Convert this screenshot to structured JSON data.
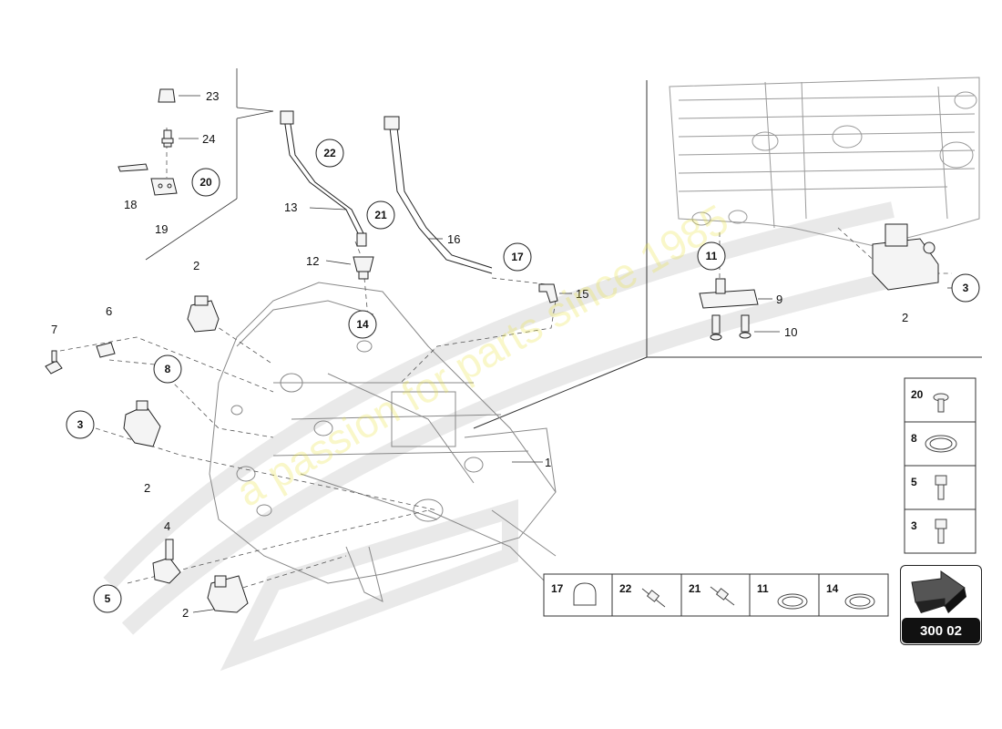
{
  "watermark": {
    "tagline": "a passion for parts since 1985"
  },
  "diagram_labels": [
    {
      "id": "l23",
      "text": "23"
    },
    {
      "id": "l24",
      "text": "24"
    },
    {
      "id": "l18",
      "text": "18"
    },
    {
      "id": "l19",
      "text": "19"
    },
    {
      "id": "l13",
      "text": "13"
    },
    {
      "id": "l12",
      "text": "12"
    },
    {
      "id": "l16",
      "text": "16"
    },
    {
      "id": "l15",
      "text": "15"
    },
    {
      "id": "l2a",
      "text": "2"
    },
    {
      "id": "l6",
      "text": "6"
    },
    {
      "id": "l7",
      "text": "7"
    },
    {
      "id": "l2b",
      "text": "2"
    },
    {
      "id": "l1",
      "text": "1"
    },
    {
      "id": "l4",
      "text": "4"
    },
    {
      "id": "l2c",
      "text": "2"
    },
    {
      "id": "l9",
      "text": "9"
    },
    {
      "id": "l10",
      "text": "10"
    },
    {
      "id": "l2d",
      "text": "2"
    }
  ],
  "circle_labels": [
    {
      "id": "c20",
      "text": "20"
    },
    {
      "id": "c22",
      "text": "22"
    },
    {
      "id": "c21",
      "text": "21"
    },
    {
      "id": "c17",
      "text": "17"
    },
    {
      "id": "c14",
      "text": "14"
    },
    {
      "id": "c8",
      "text": "8"
    },
    {
      "id": "c3a",
      "text": "3"
    },
    {
      "id": "c5",
      "text": "5"
    },
    {
      "id": "c11",
      "text": "11"
    },
    {
      "id": "c3b",
      "text": "3"
    }
  ],
  "side_legend": [
    "20",
    "8",
    "5",
    "3"
  ],
  "bottom_legend": [
    "17",
    "22",
    "21",
    "11",
    "14"
  ],
  "reference_code": "300 02"
}
